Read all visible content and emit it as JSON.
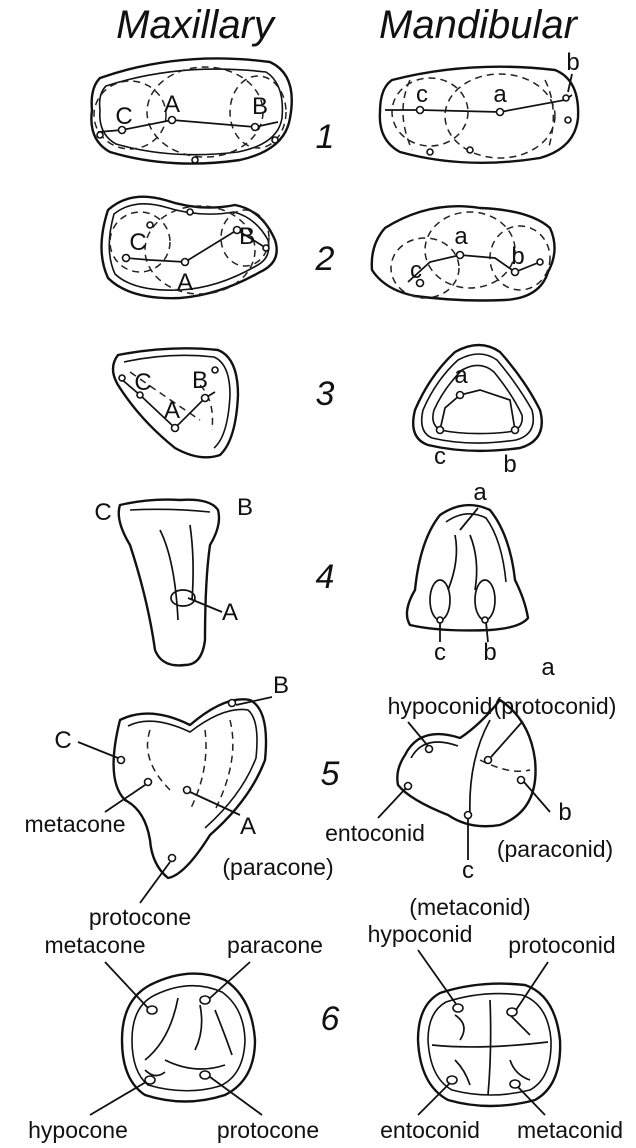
{
  "headers": {
    "maxillary": "Maxillary",
    "mandibular": "Mandibular"
  },
  "rows": [
    {
      "number": "1",
      "maxillary_cusps": [
        "C",
        "A",
        "B"
      ],
      "mandibular_cusps": [
        "c",
        "a",
        "b"
      ]
    },
    {
      "number": "2",
      "maxillary_cusps": [
        "C",
        "A",
        "B"
      ],
      "mandibular_cusps": [
        "c",
        "a",
        "b"
      ]
    },
    {
      "number": "3",
      "maxillary_cusps": [
        "C",
        "A",
        "B"
      ],
      "mandibular_cusps": [
        "a",
        "c",
        "b"
      ]
    },
    {
      "number": "4",
      "maxillary_cusps": [
        "C",
        "B",
        "A"
      ],
      "mandibular_cusps": [
        "a",
        "c",
        "b"
      ]
    },
    {
      "number": "5",
      "maxillary": {
        "B": "B",
        "C": "C",
        "metacone": "metacone",
        "A": "A",
        "paracone": "(paracone)",
        "protocone": "protocone"
      },
      "mandibular": {
        "a": "a",
        "hypoconid": "hypoconid",
        "protoconid": "(protoconid)",
        "entoconid": "entoconid",
        "b": "b",
        "paraconid": "(paraconid)",
        "c": "c",
        "metaconid": "(metaconid)"
      }
    },
    {
      "number": "6",
      "maxillary": {
        "metacone": "metacone",
        "paracone": "paracone",
        "hypocone": "hypocone",
        "protocone": "protocone"
      },
      "mandibular": {
        "hypoconid": "hypoconid",
        "protoconid": "protoconid",
        "entoconid": "entoconid",
        "metaconid": "metaconid"
      }
    }
  ]
}
